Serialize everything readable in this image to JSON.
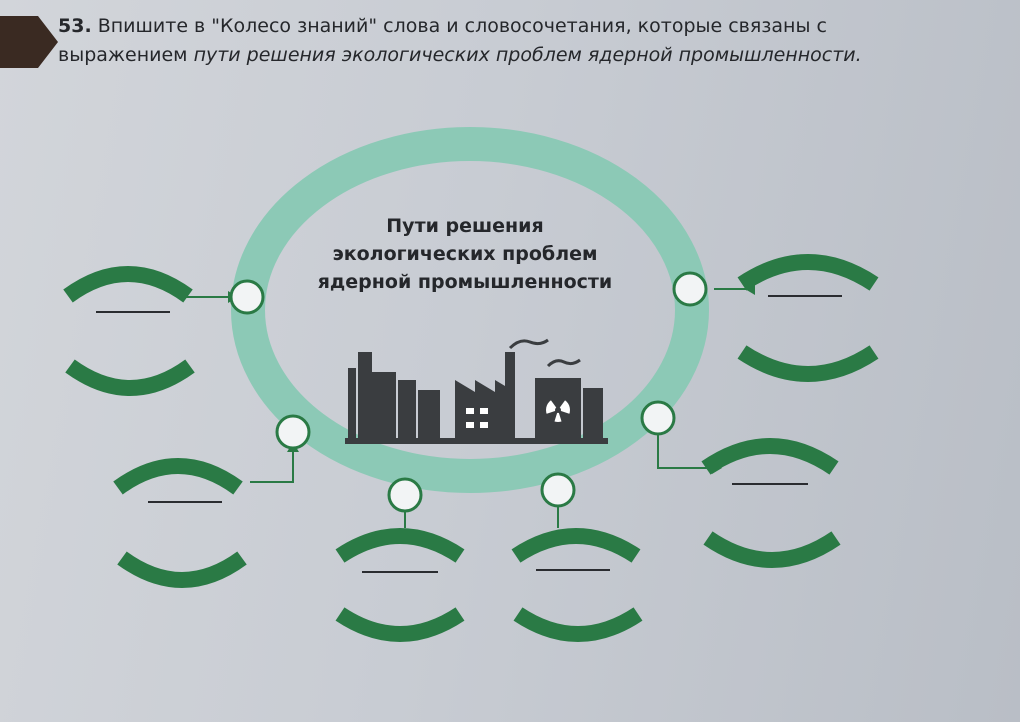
{
  "task": {
    "number": "53.",
    "text_part1": "Впишите в \"Колесо знаний\" слова и словосочетания, которые связаны с",
    "text_part2": "выражением",
    "text_italic": "пути решения экологических проблем ядерной промышленности."
  },
  "hub": {
    "title_line1": "Пути решения",
    "title_line2": "экологических проблем",
    "title_line3": "ядерной промышленности",
    "illustration": "factory-and-nuclear-plant-icon"
  },
  "answer_slots": [
    {
      "position": "left-top",
      "value": ""
    },
    {
      "position": "left-bottom",
      "value": ""
    },
    {
      "position": "bottom-left",
      "value": ""
    },
    {
      "position": "bottom-right",
      "value": ""
    },
    {
      "position": "right-bottom",
      "value": ""
    },
    {
      "position": "right-top",
      "value": ""
    }
  ],
  "colors": {
    "ring": "#8cc9b6",
    "arc": "#2a7a45",
    "text": "#25272b",
    "background": "#c9cdd4"
  }
}
